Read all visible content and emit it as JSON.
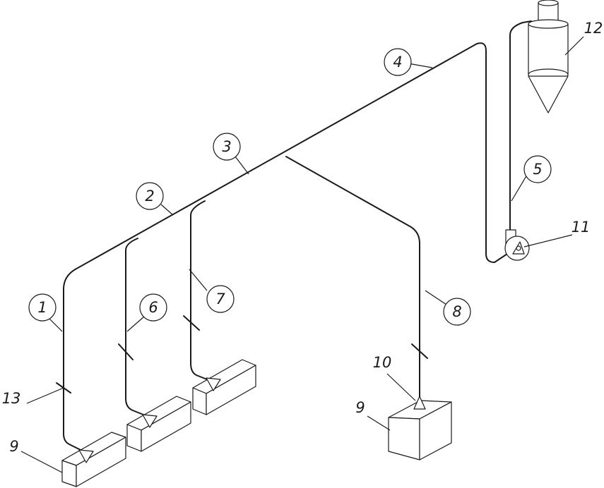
{
  "callouts": {
    "n1": "1",
    "n2": "2",
    "n3": "3",
    "n4": "4",
    "n5": "5",
    "n6": "6",
    "n7": "7",
    "n8": "8",
    "n9a": "9",
    "n9b": "9",
    "n10": "10",
    "n11": "11",
    "n12": "12",
    "n13": "13"
  }
}
